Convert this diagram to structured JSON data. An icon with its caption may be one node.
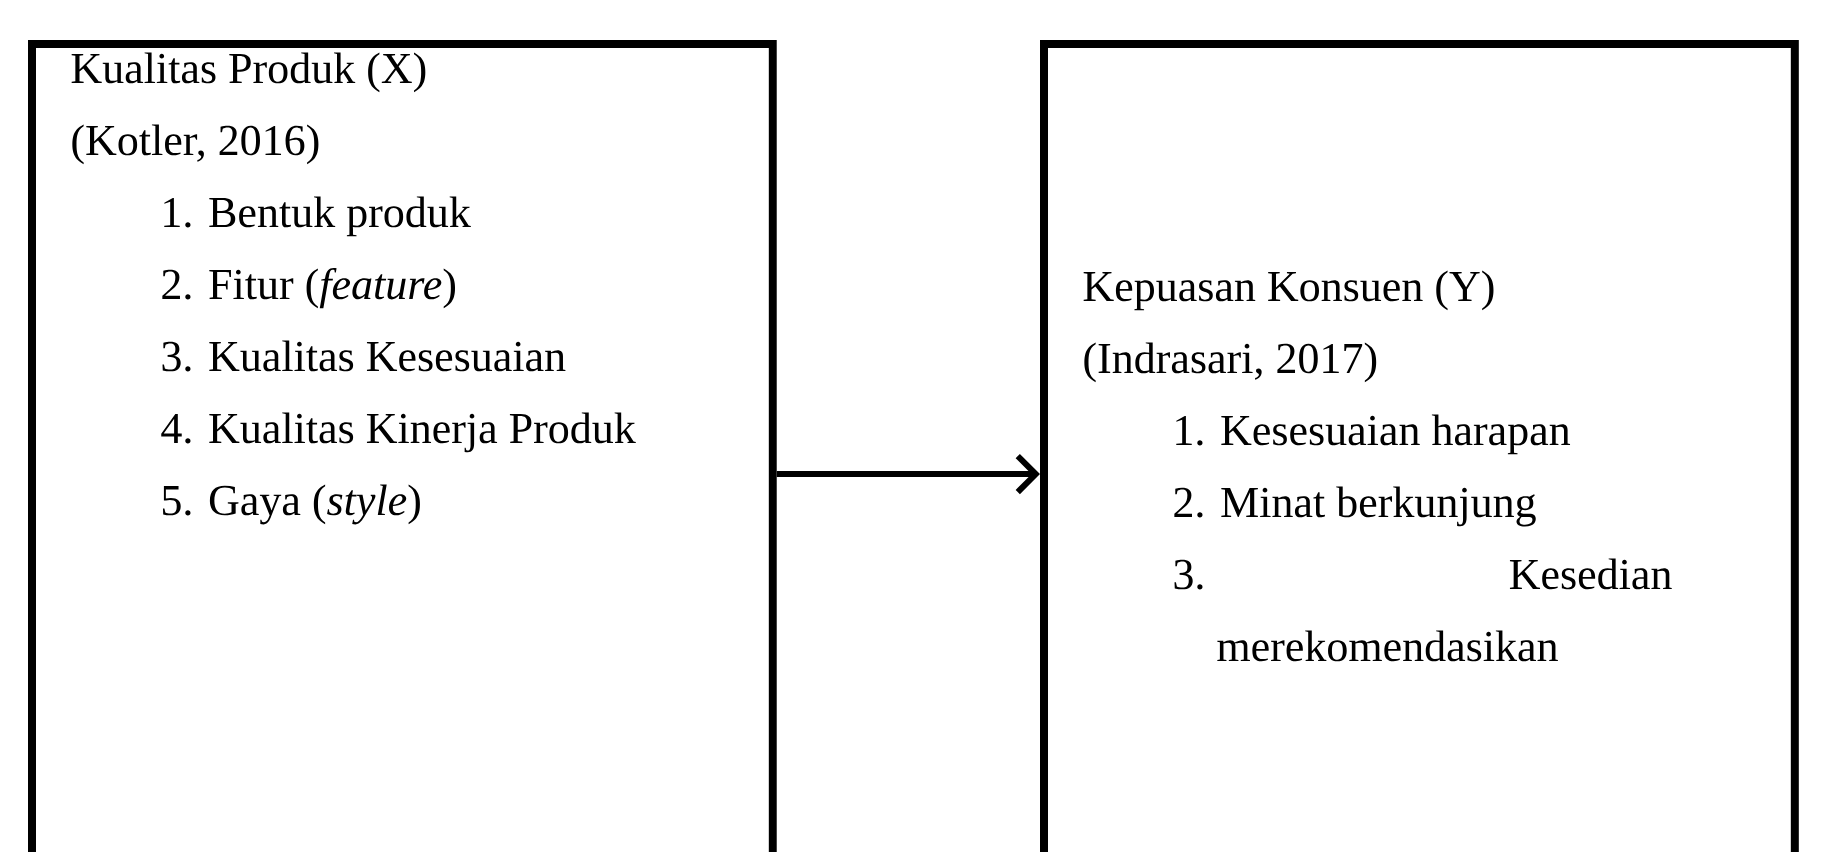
{
  "diagram": {
    "nodes": [
      {
        "text": [
          "Kualitas Produk (X)",
          "(Kotler, 2016)",
          "1. Bentuk produk",
          "2. Fitur (*feature*)",
          "3. Kualitas Kesesuaian",
          "4. Kualitas Kinerja Produk",
          "5. Gaya (*style*)"
        ]
      },
      {
        "text": [
          "Kepuasan Konsuen (Y)",
          "(Indrasari, 2017)",
          "1. Kesesuaian harapan",
          "2. Minat berkunjung",
          "3. Kesedian merekomendasikan"
        ]
      }
    ],
    "edges": [
      {
        "from": 0,
        "to": 1,
        "arrow": "to"
      }
    ]
  }
}
